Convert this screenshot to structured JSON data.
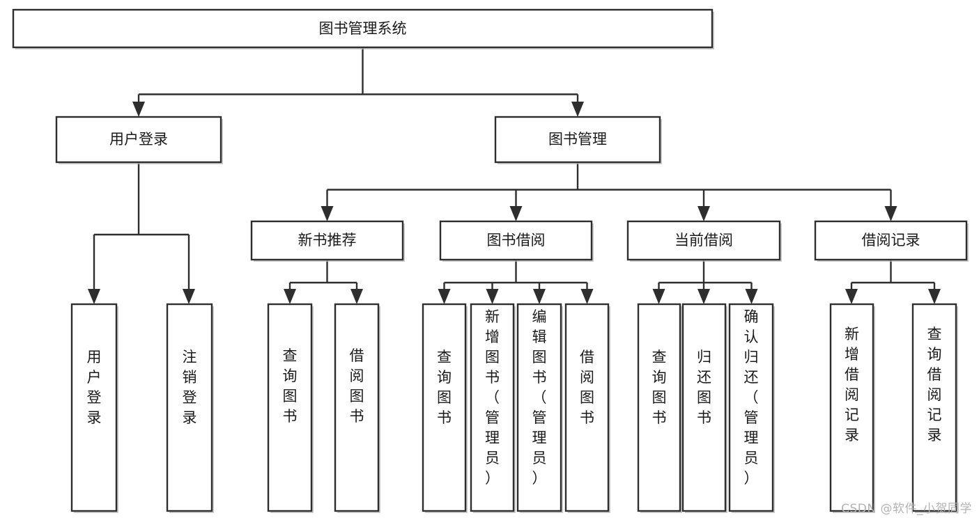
{
  "diagram": {
    "type": "tree-hierarchy",
    "title": "图书管理系统",
    "orientation": "top-down",
    "colors": {
      "box_fill": "#ffffff",
      "box_stroke": "#2e2e2e",
      "connector": "#2e2e2e",
      "text": "#1a1a1a",
      "background": "#ffffff",
      "watermark": "#b3b3b3"
    },
    "root": {
      "label": "图书管理系统"
    },
    "level2": [
      {
        "label": "用户登录"
      },
      {
        "label": "图书管理"
      }
    ],
    "level3": [
      {
        "label": "新书推荐"
      },
      {
        "label": "图书借阅"
      },
      {
        "label": "当前借阅"
      },
      {
        "label": "借阅记录"
      }
    ],
    "leaves_user_login": [
      {
        "label": "用户登录"
      },
      {
        "label": "注销登录"
      }
    ],
    "leaves_new_book": [
      {
        "label": "查询图书"
      },
      {
        "label": "借阅图书"
      }
    ],
    "leaves_book_borrow": [
      {
        "label": "查询图书"
      },
      {
        "label": "新增图书（管理员）"
      },
      {
        "label": "编辑图书（管理员）"
      },
      {
        "label": "借阅图书"
      }
    ],
    "leaves_current_borrow": [
      {
        "label": "查询图书"
      },
      {
        "label": "归还图书"
      },
      {
        "label": "确认归还（管理员）"
      }
    ],
    "leaves_borrow_record": [
      {
        "label": "新增借阅记录"
      },
      {
        "label": "查询借阅记录"
      }
    ]
  },
  "watermark": {
    "text": "CSDN @软件_小贺同学"
  }
}
